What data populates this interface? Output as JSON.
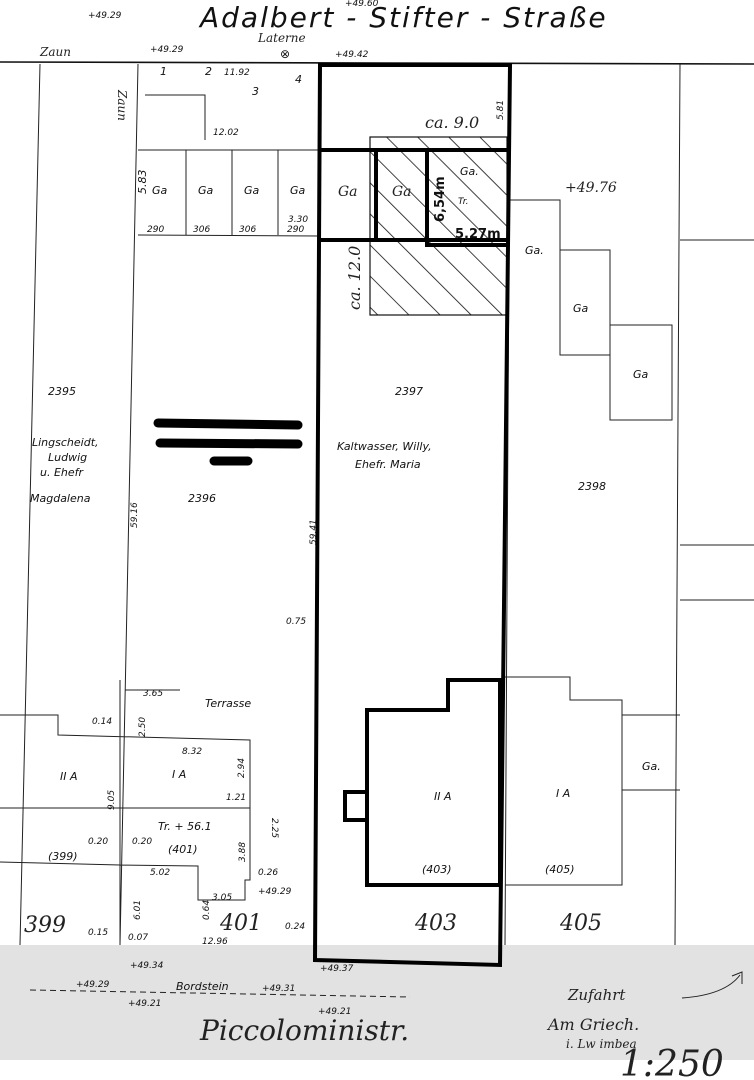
{
  "title": "Adalbert - Stifter - Straße",
  "scale": "1:250",
  "street_bottom": "Piccoloministr.",
  "handwritten_note": [
    "Zufahrt",
    "Am Griech.",
    "i. Lw imbea"
  ],
  "labels": {
    "zaun_top": "Zaun",
    "zaun_side": "Zaun",
    "laterne": "Laterne",
    "terrasse": "Terrasse",
    "bordstein": "Bordstein",
    "circled": [
      "1",
      "2",
      "3",
      "4"
    ]
  },
  "elevations": [
    "+49.29",
    "+49.29",
    "+49.42",
    "+49.60",
    "+49.76",
    "+49.29",
    "+49.34",
    "+49.37",
    "+49.29",
    "+49.31",
    "+49.21",
    "+49.21"
  ],
  "parcels": {
    "p2395": {
      "number": "2395",
      "owner": [
        "Lingscheidt,",
        "Ludwig",
        "u. Ehefr",
        "Magdalena"
      ]
    },
    "p2396": {
      "number": "2396"
    },
    "p2397": {
      "number": "2397",
      "owner": [
        "Kaltwasser, Willy,",
        "Ehefr. Maria"
      ]
    },
    "p2398": {
      "number": "2398"
    }
  },
  "house_numbers": [
    "399",
    "401",
    "403",
    "405"
  ],
  "buildings": {
    "b399": {
      "floors": "II A",
      "number": "(399)"
    },
    "b401": {
      "floors": "I A",
      "number": "(401)",
      "note": "Tr. + 56.1"
    },
    "b403": {
      "floors": "II A",
      "number": "(403)"
    },
    "b405": {
      "floors": "I A",
      "number": "(405)"
    }
  },
  "garages": [
    "Ga",
    "Ga",
    "Ga",
    "Ga",
    "Ga",
    "Ga",
    "Ga.",
    "Ga.",
    "Ga",
    "Ga",
    "Ga."
  ],
  "garage_note": "Tr.",
  "dimensions": {
    "ca9": "ca. 9.0",
    "ca12": "ca. 12.0",
    "d581": "5.81",
    "d654": "6,54m",
    "d527": "5,27m",
    "d1192": "11.92",
    "d1202": "12.02",
    "d583": "5.83",
    "widths": [
      "290",
      "306",
      "306",
      "290"
    ],
    "d3": "3.30",
    "d5916": "59.16",
    "d5941": "59.41",
    "d075": "0.75",
    "d365": "3.65",
    "d250": "2.50",
    "d014": "0.14",
    "d832": "8.32",
    "d294": "2.94",
    "d121": "1.21",
    "d225": "2.25",
    "d905": "9.05",
    "d020a": "0.20",
    "d020b": "0.20",
    "d388": "3.88",
    "d502": "5.02",
    "d026": "0.26",
    "d305": "3.05",
    "d064": "0.64",
    "d601": "6.01",
    "d015": "0.15",
    "d007": "0.07",
    "d1296": "12.96",
    "d024": "0.24"
  }
}
